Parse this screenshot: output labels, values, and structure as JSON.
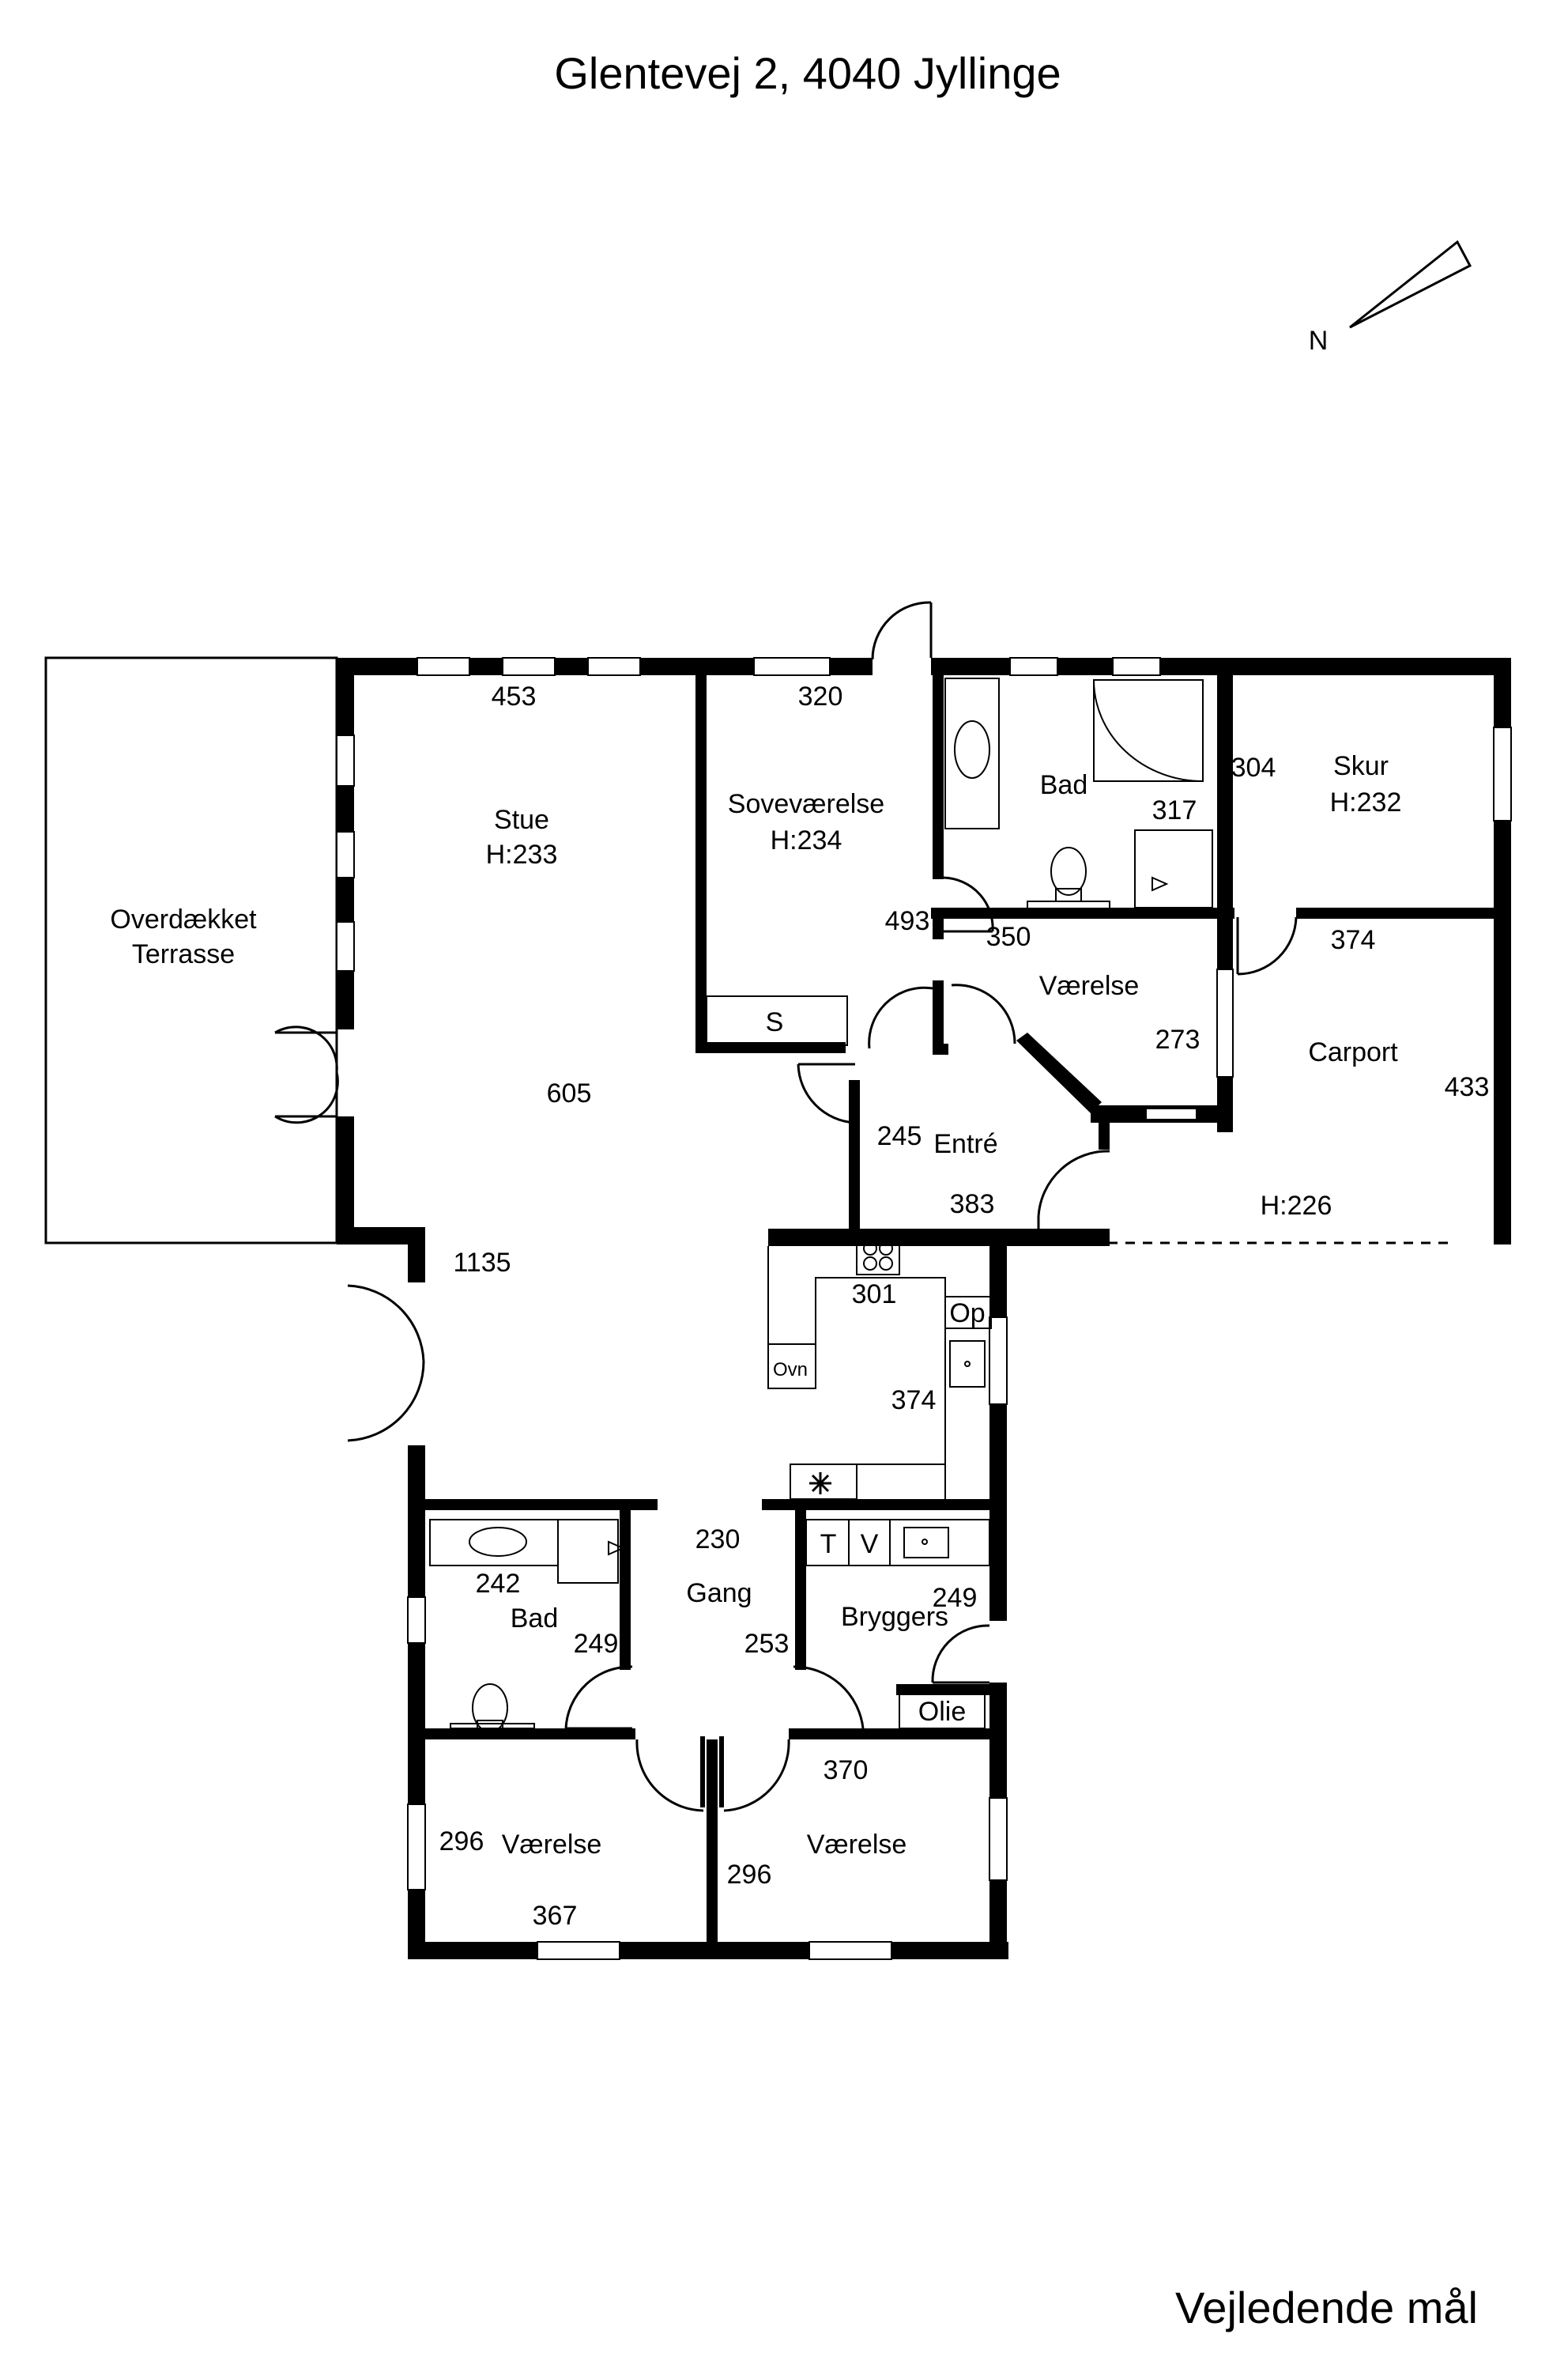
{
  "title": "Glentevej 2, 4040 Jyllinge",
  "footer": "Vejledende mål",
  "compass": {
    "label": "N"
  },
  "rooms": {
    "stue": {
      "name": "Stue",
      "height": "H:233"
    },
    "sovevaerelse": {
      "name": "Soveværelse",
      "height": "H:234"
    },
    "bad_top": {
      "name": "Bad"
    },
    "skur": {
      "name": "Skur",
      "height": "H:232"
    },
    "vaerelse_mid": {
      "name": "Værelse"
    },
    "carport": {
      "name": "Carport",
      "height": "H:226"
    },
    "entre": {
      "name": "Entré"
    },
    "terrasse": {
      "name_line1": "Overdækket",
      "name_line2": "Terrasse"
    },
    "bad_bottom": {
      "name": "Bad"
    },
    "gang": {
      "name": "Gang"
    },
    "bryggers": {
      "name": "Bryggers"
    },
    "vaerelse_left": {
      "name": "Værelse"
    },
    "vaerelse_right": {
      "name": "Værelse"
    }
  },
  "dimensions": {
    "stue_width": "453",
    "sove_width": "320",
    "bad_top_317": "317",
    "skur_304": "304",
    "d493": "493",
    "d350": "350",
    "d374_top": "374",
    "d273": "273",
    "d433": "433",
    "d605": "605",
    "d245": "245",
    "d383": "383",
    "d1135": "1135",
    "d301": "301",
    "d374_kitchen": "374",
    "d230": "230",
    "d242": "242",
    "d249_bad": "249",
    "d253": "253",
    "d249_bryggers": "249",
    "d370": "370",
    "d296_left": "296",
    "d296_right": "296",
    "d367": "367"
  },
  "fixtures": {
    "storage": "S",
    "oven": "Ovn",
    "dishwasher": "Op",
    "dryer": "T",
    "washer": "V",
    "oil": "Olie"
  }
}
